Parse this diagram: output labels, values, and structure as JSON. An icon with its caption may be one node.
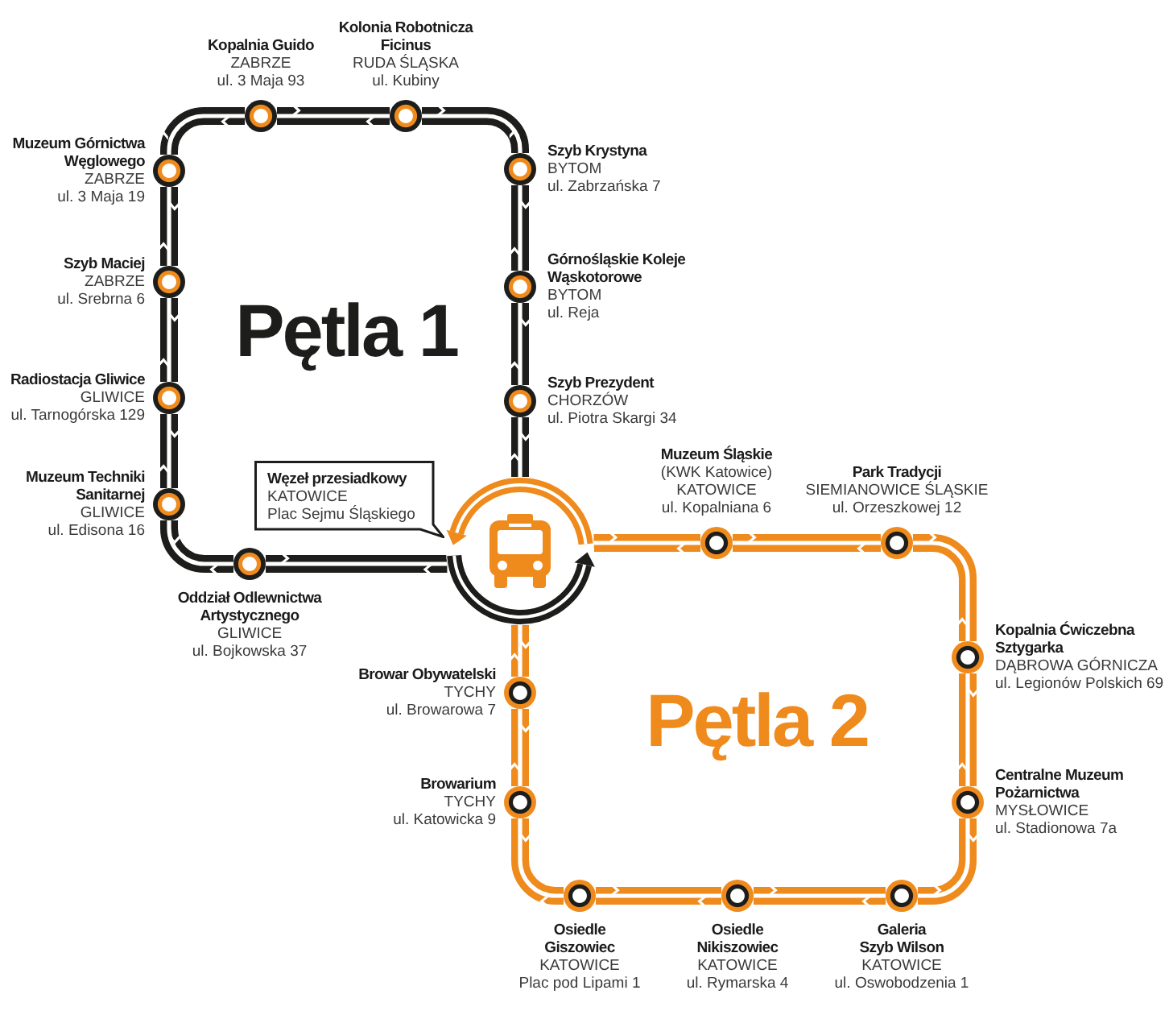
{
  "diagram": {
    "nodes": [
      {
        "text": [],
        "shape": "circle",
        "beside": [
          "Kopalnia Guido",
          "ZABRZE",
          "ul. 3 Maja 93"
        ]
      },
      {
        "text": [],
        "shape": "circle",
        "beside": [
          "Kolonia Robotnicza Ficinus",
          "RUDA ŚLĄSKA",
          "ul. Kubiny"
        ]
      },
      {
        "text": [],
        "shape": "circle",
        "beside": [
          "Szyb Krystyna",
          "BYTOM",
          "ul. Zabrzańska 7"
        ]
      },
      {
        "text": [],
        "shape": "circle",
        "beside": [
          "Górnośląskie Koleje Wąskotorowe",
          "BYTOM",
          "ul. Reja"
        ]
      },
      {
        "text": [],
        "shape": "circle",
        "beside": [
          "Szyb Prezydent",
          "CHORZÓW",
          "ul. Piotra Skargi 34"
        ]
      },
      {
        "text": [],
        "shape": "circle",
        "beside": [
          "Muzeum Górnictwa Węglowego",
          "ZABRZE",
          "ul. 3 Maja 19"
        ]
      },
      {
        "text": [],
        "shape": "circle",
        "beside": [
          "Szyb Maciej",
          "ZABRZE",
          "ul. Srebrna 6"
        ]
      },
      {
        "text": [],
        "shape": "circle",
        "beside": [
          "Radiostacja Gliwice",
          "GLIWICE",
          "ul. Tarnogórska 129"
        ]
      },
      {
        "text": [],
        "shape": "circle",
        "beside": [
          "Muzeum Techniki Sanitarnej",
          "GLIWICE",
          "ul. Edisona 16"
        ]
      },
      {
        "text": [],
        "shape": "circle",
        "beside": [
          "Oddział Odlewnictwa Artystycznego",
          "GLIWICE",
          "ul. Bojkowska 37"
        ]
      },
      {
        "text": [
          "Węzeł przesiadkowy",
          "KATOWICE",
          "Plac Sejmu Śląskiego"
        ]
      },
      {
        "text": [],
        "shape": "circle"
      },
      {
        "text": [],
        "shape": "circle",
        "beside": [
          "Muzeum Śląskie",
          "(KWK Katowice)",
          "KATOWICE",
          "ul. Kopalniana 6"
        ]
      },
      {
        "text": [],
        "shape": "circle",
        "beside": [
          "Park Tradycji",
          "SIEMIANOWICE ŚLĄSKIE",
          "ul. Orzeszkowej 12"
        ]
      },
      {
        "text": [],
        "shape": "circle",
        "beside": [
          "Kopalnia Ćwiczebna Sztygarka",
          "DĄBROWA GÓRNICZA",
          "ul. Legionów Polskich 69"
        ]
      },
      {
        "text": [],
        "shape": "circle",
        "beside": [
          "Centralne Muzeum Pożarnictwa",
          "MYSŁOWICE",
          "ul. Stadionowa 7a"
        ]
      },
      {
        "text": [],
        "shape": "circle",
        "beside": [
          "Browar Obywatelski",
          "TYCHY",
          "ul. Browarowa 7"
        ]
      },
      {
        "text": [],
        "shape": "circle",
        "beside": [
          "Browarium",
          "TYCHY",
          "ul. Katowicka 9"
        ]
      },
      {
        "text": [],
        "shape": "circle",
        "beside": [
          "Osiedle Giszowiec",
          "KATOWICE",
          "Plac pod Lipami 1"
        ]
      },
      {
        "text": [],
        "shape": "circle",
        "beside": [
          "Osiedle Nikiszowiec",
          "KATOWICE",
          "ul. Rymarska 4"
        ]
      },
      {
        "text": [],
        "shape": "circle",
        "beside": [
          "Galeria Szyb Wilson",
          "KATOWICE",
          "ul. Oswobodzenia 1"
        ]
      }
    ],
    "edges": [
      {
        "from": 0,
        "to": 1,
        "arrow": "none"
      },
      {
        "from": 1,
        "to": 2,
        "arrow": "none"
      },
      {
        "from": 2,
        "to": 3,
        "arrow": "none"
      },
      {
        "from": 3,
        "to": 4,
        "arrow": "none"
      },
      {
        "from": 4,
        "to": 11,
        "arrow": "none"
      },
      {
        "from": 11,
        "to": 9,
        "arrow": "none"
      },
      {
        "from": 9,
        "to": 8,
        "arrow": "none"
      },
      {
        "from": 8,
        "to": 7,
        "arrow": "none"
      },
      {
        "from": 7,
        "to": 6,
        "arrow": "none"
      },
      {
        "from": 6,
        "to": 5,
        "arrow": "none"
      },
      {
        "from": 5,
        "to": 0,
        "arrow": "none"
      },
      {
        "from": 11,
        "to": 12,
        "arrow": "none",
        "color": "#ef8a1c"
      },
      {
        "from": 12,
        "to": 13,
        "arrow": "none",
        "color": "#ef8a1c"
      },
      {
        "from": 13,
        "to": 14,
        "arrow": "none",
        "color": "#ef8a1c"
      },
      {
        "from": 14,
        "to": 15,
        "arrow": "none",
        "color": "#ef8a1c"
      },
      {
        "from": 15,
        "to": 20,
        "arrow": "none",
        "color": "#ef8a1c"
      },
      {
        "from": 20,
        "to": 19,
        "arrow": "none",
        "color": "#ef8a1c"
      },
      {
        "from": 19,
        "to": 18,
        "arrow": "none",
        "color": "#ef8a1c"
      },
      {
        "from": 18,
        "to": 17,
        "arrow": "none",
        "color": "#ef8a1c"
      },
      {
        "from": 17,
        "to": 16,
        "arrow": "none",
        "color": "#ef8a1c"
      },
      {
        "from": 16,
        "to": 11,
        "arrow": "none",
        "color": "#ef8a1c"
      }
    ],
    "labels": [
      "Pętla 1",
      "Pętla 2"
    ]
  }
}
